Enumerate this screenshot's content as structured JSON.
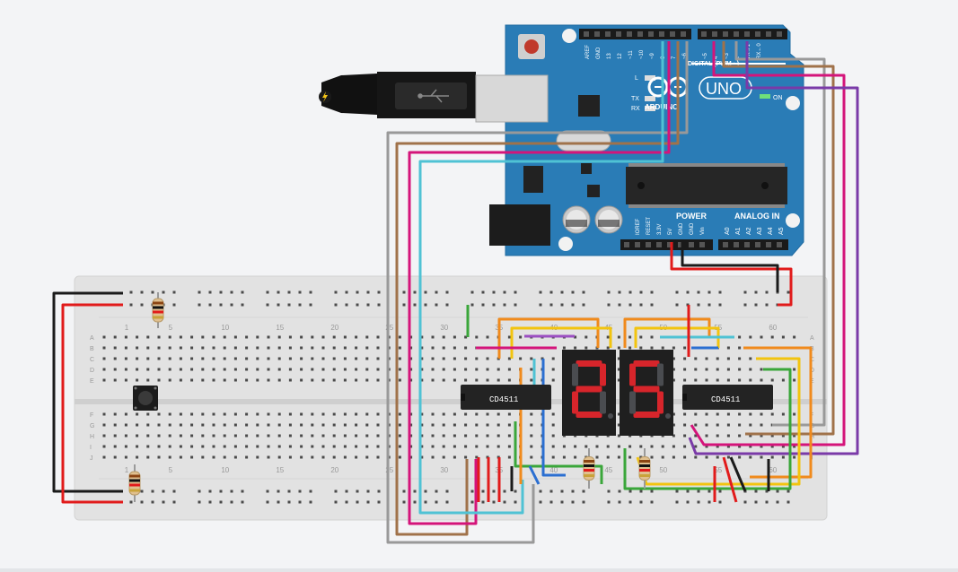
{
  "arduino": {
    "logo": "ARDUINO",
    "model": "UNO",
    "on_label": "ON",
    "l_label": "L",
    "tx_label": "TX",
    "rx_label": "RX",
    "digital_label": "DIGITAL (PWM ~)",
    "power_label": "POWER",
    "analog_label": "ANALOG IN",
    "top_pins": [
      "AREF",
      "GND",
      "13",
      "12",
      "~11",
      "~10",
      "~9",
      "8",
      "7",
      "~6",
      "~5",
      "4",
      "~3",
      "2",
      "TX→1",
      "RX←0"
    ],
    "power_pins": [
      "IOREF",
      "RESET",
      "3.3V",
      "5V",
      "GND",
      "GND",
      "Vin"
    ],
    "analog_pins": [
      "A0",
      "A1",
      "A2",
      "A3",
      "A4",
      "A5"
    ]
  },
  "breadboard": {
    "column_numbers": [
      "1",
      "5",
      "10",
      "15",
      "20",
      "25",
      "30",
      "35",
      "40",
      "45",
      "50",
      "55",
      "60"
    ],
    "row_letters_top": [
      "A",
      "B",
      "C",
      "D",
      "E"
    ],
    "row_letters_bottom": [
      "F",
      "G",
      "H",
      "I",
      "J"
    ]
  },
  "chips": [
    {
      "label": "CD4511"
    },
    {
      "label": "CD4511"
    }
  ],
  "display": {
    "digits": [
      "2",
      "5"
    ],
    "segment_on_color": "#d7252b",
    "segment_off_color": "#4a4c50"
  },
  "colors": {
    "arduino_board": "#2a7cb6",
    "breadboard": "#e3e3e3",
    "chip": "#232323",
    "wire_red": "#e11b1b",
    "wire_black": "#1a1a1a"
  }
}
